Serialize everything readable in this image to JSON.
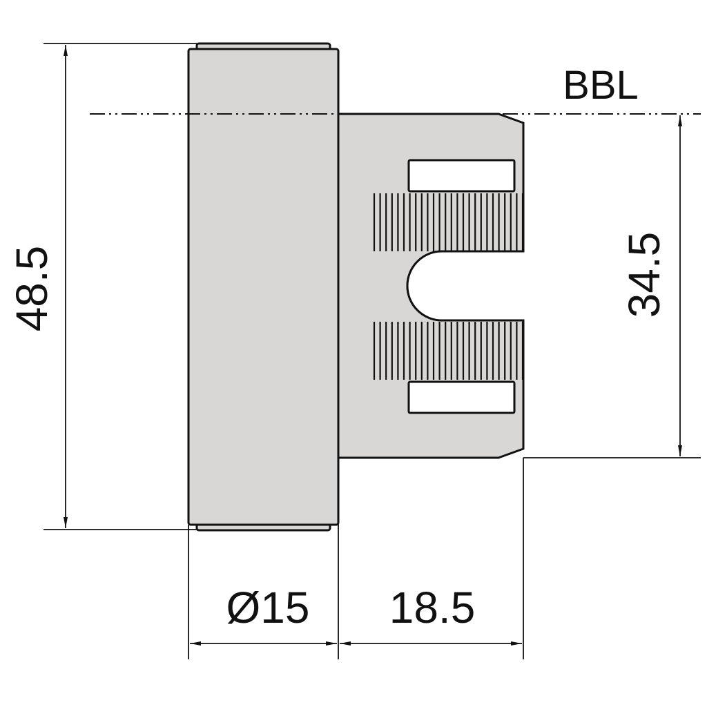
{
  "drawing": {
    "reference_label": "BBL",
    "dim_total_height": "48.5",
    "dim_plate_height": "34.5",
    "dim_diameter": "Ø15",
    "dim_plate_width": "18.5"
  },
  "colors": {
    "part_fill": "#d9d6d6",
    "line": "#111111",
    "background": "#ffffff"
  }
}
